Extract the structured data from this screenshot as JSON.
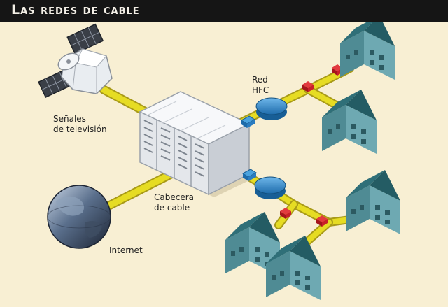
{
  "title": "Las redes de cable",
  "labels": {
    "satellite": [
      "Señales",
      "de televisión"
    ],
    "hfc": [
      "Red",
      "HFC"
    ],
    "headend": [
      "Cabecera",
      "de cable"
    ],
    "internet": "Internet"
  },
  "colors": {
    "background": "#f8efd3",
    "title_bar": "#151515",
    "cable": "#e6dc23",
    "node": "#2f88c8",
    "connector": "#c8202a",
    "house_roof": "#2f6f78",
    "house_wall": "#5f9ba4",
    "server": "#eef0f2"
  },
  "icons": [
    "satellite-icon",
    "server-rack-icon",
    "globe-icon",
    "hfc-node-icon",
    "connector-icon",
    "house-icon"
  ]
}
